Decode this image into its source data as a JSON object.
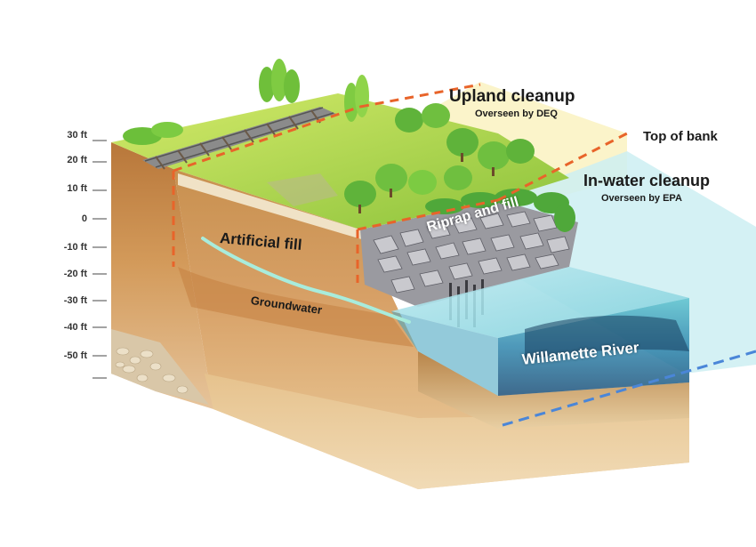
{
  "depth_scale": {
    "labels": [
      "30 ft",
      "20 ft",
      "10 ft",
      "0",
      "-10 ft",
      "-20 ft",
      "-30 ft",
      "-40 ft",
      "-50 ft"
    ]
  },
  "labels": {
    "upland_title": "Upland cleanup",
    "upland_sub": "Overseen by DEQ",
    "top_of_bank": "Top of bank",
    "inwater_title": "In-water cleanup",
    "inwater_sub": "Overseen by EPA",
    "riprap": "Riprap and fill",
    "artificial_fill": "Artificial fill",
    "groundwater": "Groundwater",
    "river": "Willamette River"
  },
  "colors": {
    "upland_zone": "#fbf3c4",
    "inwater_zone": "#cdeef2",
    "upland_line": "#e8642a",
    "inwater_line": "#4a86d8",
    "groundwater_line": "#a8ecdc",
    "grass": "#a6d33c",
    "river": "#2f7fa8"
  },
  "icons": [
    "tree-icon",
    "railroad-track-icon",
    "rock-icon",
    "piling-icon"
  ]
}
